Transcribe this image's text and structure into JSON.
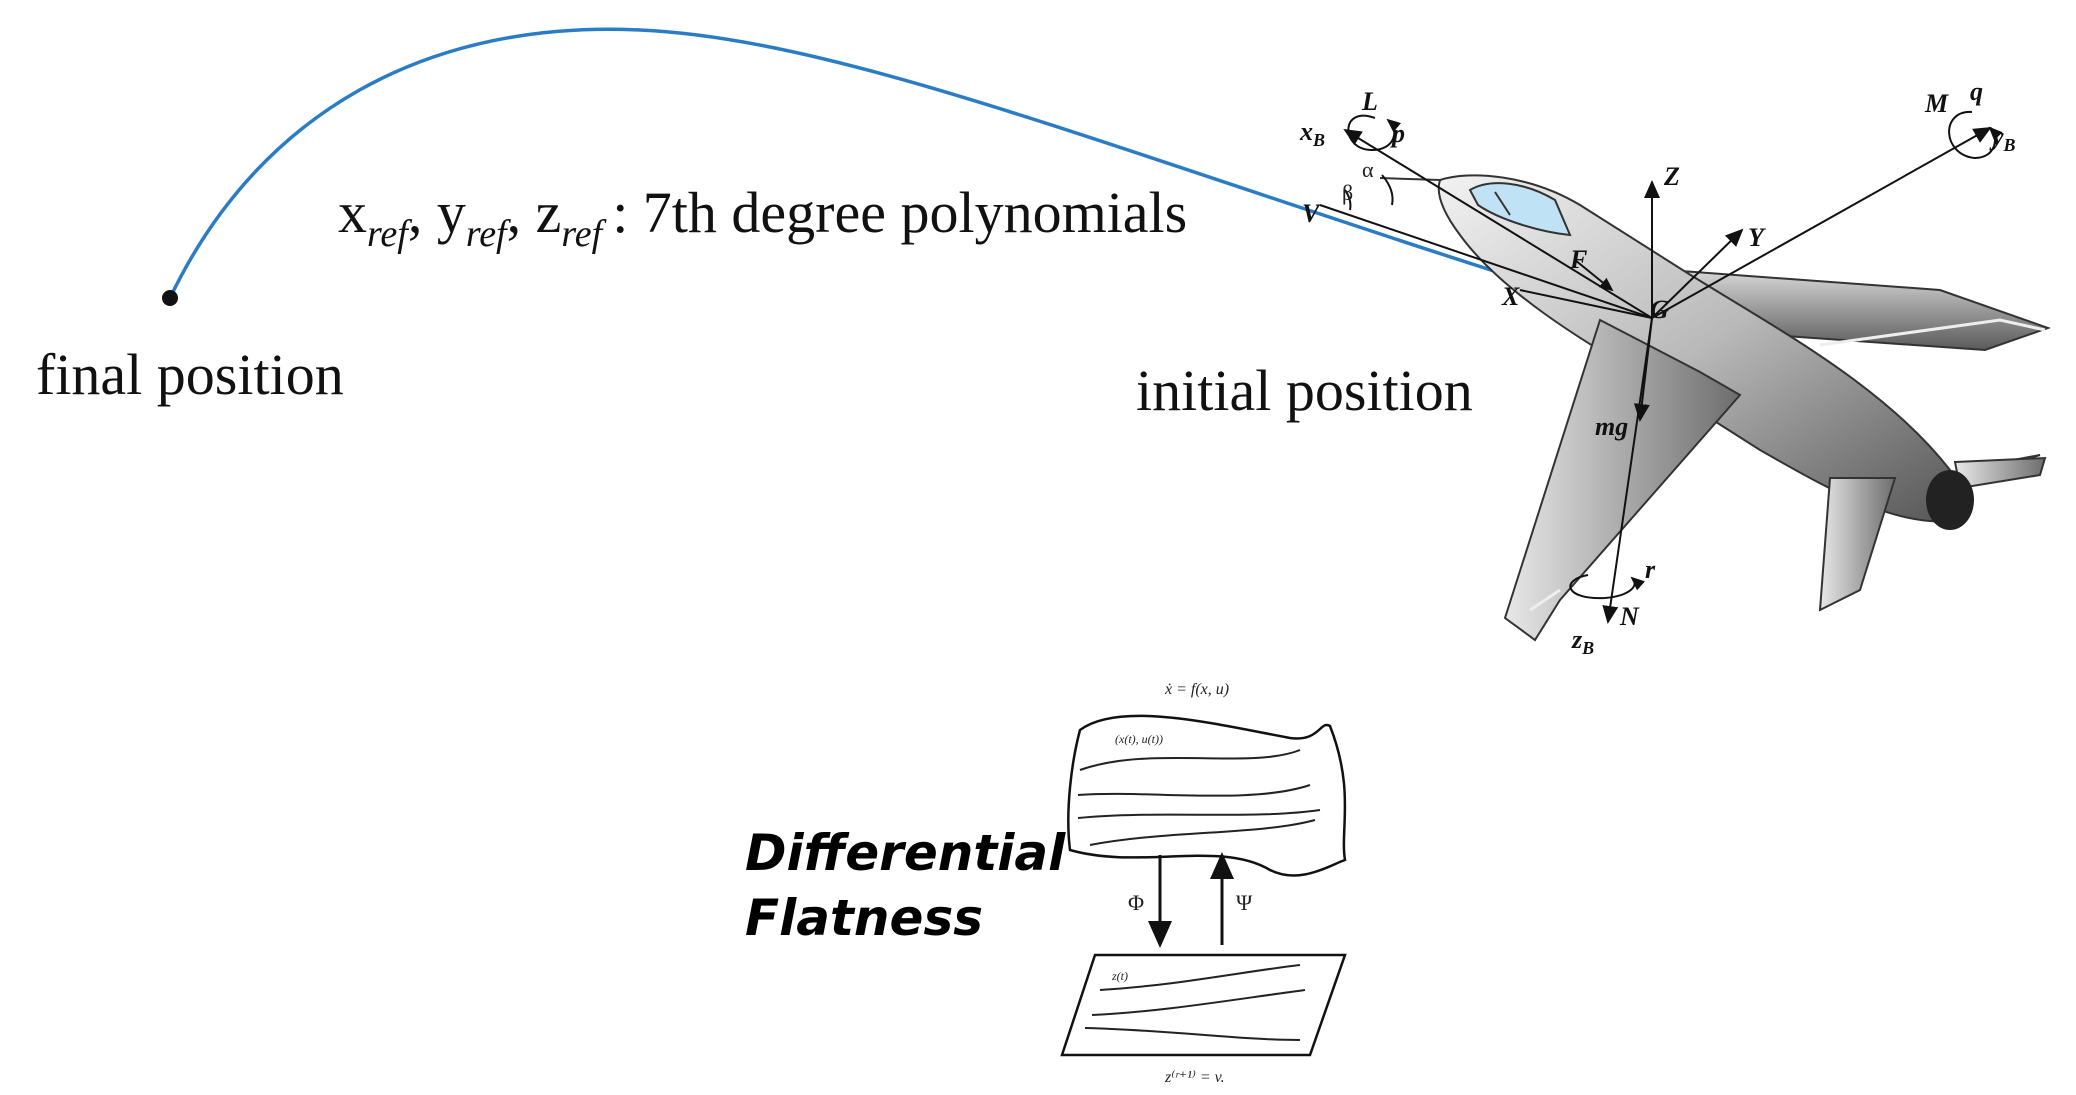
{
  "trajectory": {
    "label_x": "x",
    "label_y": "y",
    "label_z": "z",
    "subscript": "ref",
    "label_sep": ", ",
    "label_suffix": ": 7th degree polynomials",
    "final_label": "final position",
    "initial_label": "initial position",
    "curve_color": "#2a7dc4"
  },
  "aircraft": {
    "axis_labels": {
      "xB": "x",
      "xB_sub": "B",
      "yB": "y",
      "yB_sub": "B",
      "zB": "z",
      "zB_sub": "B",
      "L": "L",
      "p": "p",
      "M": "M",
      "q": "q",
      "N": "N",
      "r": "r",
      "alpha": "α",
      "beta": "β",
      "V": "V",
      "Z": "Z",
      "Y": "Y",
      "X": "X",
      "F": "F",
      "G": "G",
      "mg": "mg"
    }
  },
  "flatness": {
    "title_line1": "Differential",
    "title_line2": "Flatness",
    "top_equation": "ẋ = f(x, u)",
    "state_label": "(x(t), u(t))",
    "phi": "Φ",
    "psi": "Ψ",
    "flat_label": "z(t)",
    "bottom_equation": "z⁽ʳ⁺¹⁾ = v."
  }
}
